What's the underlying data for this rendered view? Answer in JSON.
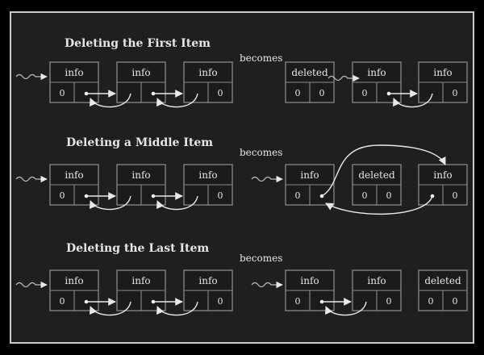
{
  "diagram": {
    "becomes_label": "becomes",
    "sections": [
      {
        "title": "Deleting the First Item",
        "before": [
          {
            "label": "info",
            "left": "0",
            "right": ""
          },
          {
            "label": "info",
            "left": "",
            "right": ""
          },
          {
            "label": "info",
            "left": "",
            "right": "0"
          }
        ],
        "after": [
          {
            "label": "deleted",
            "left": "0",
            "right": "0"
          },
          {
            "label": "info",
            "left": "0",
            "right": ""
          },
          {
            "label": "info",
            "left": "",
            "right": "0"
          }
        ]
      },
      {
        "title": "Deleting a Middle Item",
        "before": [
          {
            "label": "info",
            "left": "0",
            "right": ""
          },
          {
            "label": "info",
            "left": "",
            "right": ""
          },
          {
            "label": "info",
            "left": "",
            "right": "0"
          }
        ],
        "after": [
          {
            "label": "info",
            "left": "0",
            "right": ""
          },
          {
            "label": "deleted",
            "left": "0",
            "right": "0"
          },
          {
            "label": "info",
            "left": "",
            "right": "0"
          }
        ]
      },
      {
        "title": "Deleting the Last Item",
        "before": [
          {
            "label": "info",
            "left": "0",
            "right": ""
          },
          {
            "label": "info",
            "left": "",
            "right": ""
          },
          {
            "label": "info",
            "left": "",
            "right": "0"
          }
        ],
        "after": [
          {
            "label": "info",
            "left": "0",
            "right": ""
          },
          {
            "label": "info",
            "left": "",
            "right": "0"
          },
          {
            "label": "deleted",
            "left": "0",
            "right": "0"
          }
        ]
      }
    ]
  }
}
